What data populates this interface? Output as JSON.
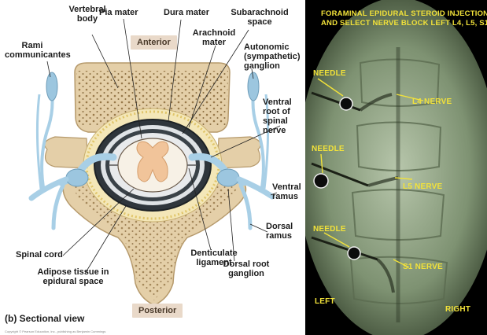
{
  "diagram": {
    "caption": "(b) Sectional view",
    "copyright": "Copyright © Pearson Education, Inc., publishing as Benjamin Cummings",
    "orientation": {
      "anterior": "Anterior",
      "posterior": "Posterior"
    },
    "labels": {
      "vertebral_body": "Vertebral body",
      "pia_mater": "Pia mater",
      "dura_mater": "Dura mater",
      "subarachnoid_space": "Subarachnoid space",
      "rami_communicantes": "Rami communicantes",
      "arachnoid_mater": "Arachnoid mater",
      "autonomic_ganglion": "Autonomic (sympathetic) ganglion",
      "ventral_root": "Ventral root of spinal nerve",
      "ventral_ramus": "Ventral ramus",
      "dorsal_ramus": "Dorsal ramus",
      "spinal_cord": "Spinal cord",
      "adipose_tissue": "Adipose tissue in epidural space",
      "denticulate_ligament": "Denticulate ligament",
      "dorsal_root_ganglion": "Dorsal root ganglion"
    },
    "colors": {
      "bone": "#e4cfa8",
      "bone_dots": "#8a6a3a",
      "nerve": "#a8cfe6",
      "meninges": "#333a40",
      "cord": "#f1c49a",
      "box": "#e9d9c9"
    }
  },
  "xray": {
    "title_line1": "FORAMINAL EPIDURAL STEROID INJECTION",
    "title_line2": "AND SELECT NERVE BLOCK LEFT L4, L5, S1",
    "needle_label": "NEEDLE",
    "nerves": [
      "L4 NERVE",
      "L5 NERVE",
      "S1 NERVE"
    ],
    "left_label": "LEFT",
    "right_label": "RIGHT",
    "label_color": "#f2e23a"
  }
}
